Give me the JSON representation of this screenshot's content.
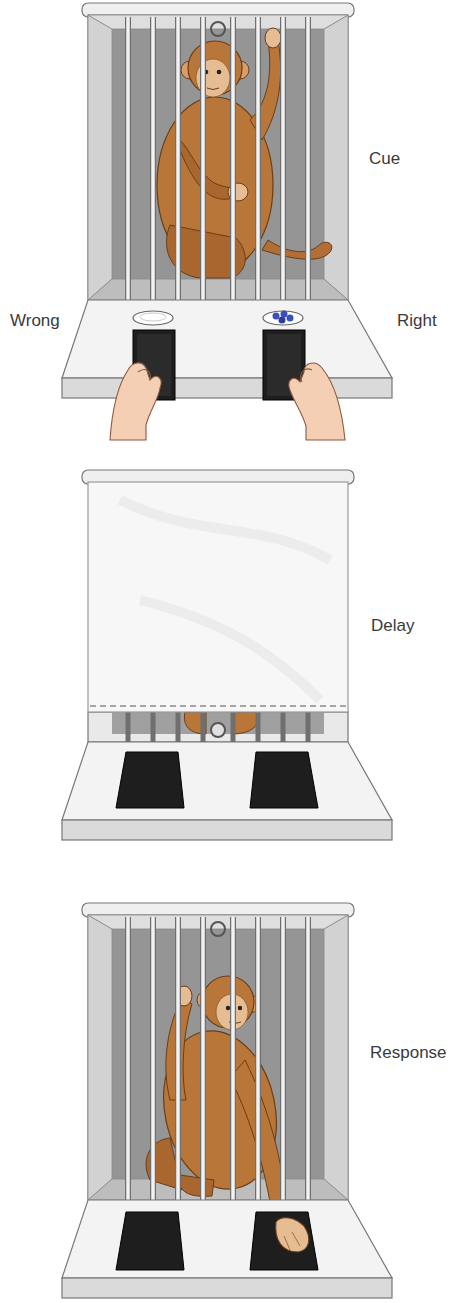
{
  "diagram": {
    "labels": [
      "Cue",
      "Wrong",
      "Right",
      "Delay",
      "Response"
    ]
  }
}
